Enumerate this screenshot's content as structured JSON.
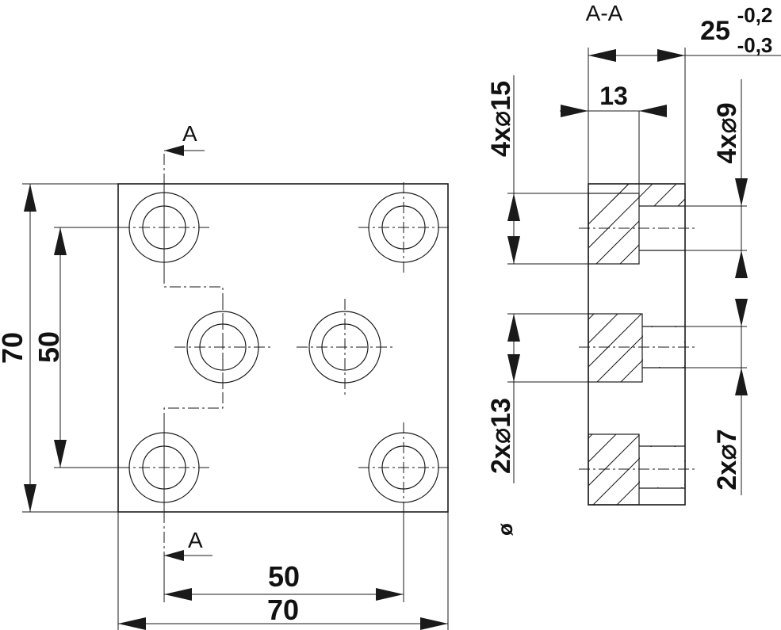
{
  "front_view": {
    "width_label": "70",
    "hole_spacing_horizontal_label": "50",
    "height_label": "70",
    "hole_spacing_vertical_label": "50",
    "section_marker_top": "A",
    "section_marker_bottom": "A"
  },
  "section_view": {
    "title": "A-A",
    "thickness_nominal": "25",
    "thickness_tol_upper": "-0,2",
    "thickness_tol_lower": "-0,3",
    "counterbore_depth_label": "13",
    "large_counterbore_label": "4x⌀15",
    "large_through_label": "4x⌀9",
    "small_counterbore_label": "2x⌀13",
    "small_through_label": "2x⌀7",
    "diameter_symbol_note": "ø"
  }
}
